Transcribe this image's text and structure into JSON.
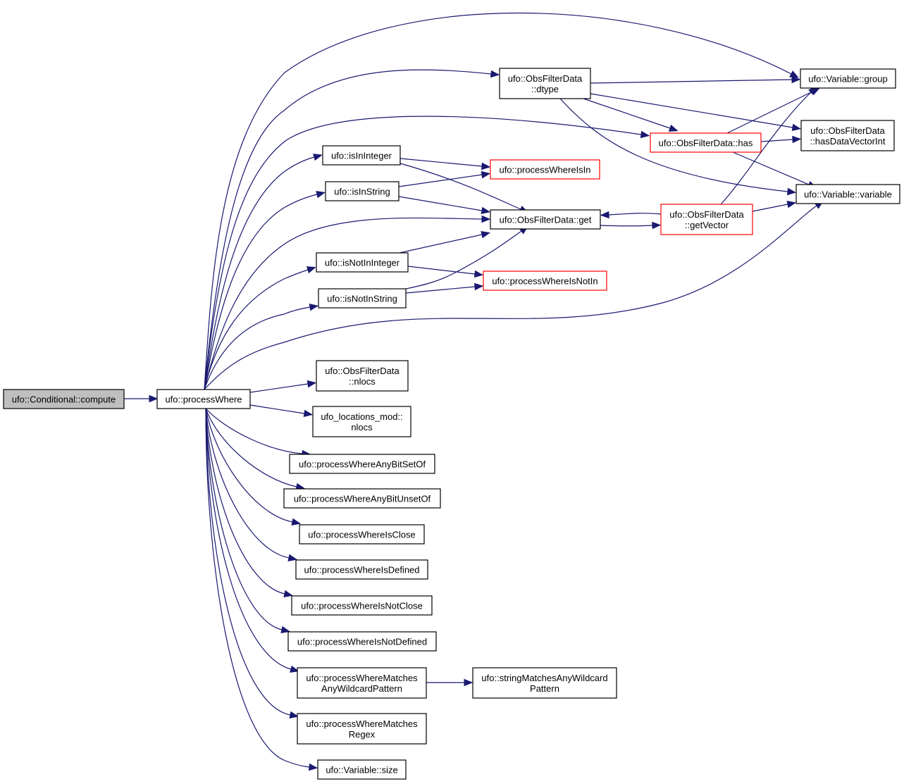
{
  "diagram": {
    "nodes": [
      {
        "id": "compute",
        "lines": [
          "ufo::Conditional::compute"
        ],
        "style": "highlighted"
      },
      {
        "id": "processWhere",
        "lines": [
          "ufo::processWhere"
        ],
        "style": "normal"
      },
      {
        "id": "dtype",
        "lines": [
          "ufo::ObsFilterData",
          "::dtype"
        ],
        "style": "normal"
      },
      {
        "id": "group",
        "lines": [
          "ufo::Variable::group"
        ],
        "style": "normal"
      },
      {
        "id": "has",
        "lines": [
          "ufo::ObsFilterData::has"
        ],
        "style": "truncated"
      },
      {
        "id": "hasDataVectorInt",
        "lines": [
          "ufo::ObsFilterData",
          "::hasDataVectorInt"
        ],
        "style": "normal"
      },
      {
        "id": "isInInteger",
        "lines": [
          "ufo::isInInteger"
        ],
        "style": "normal"
      },
      {
        "id": "processWhereIsIn",
        "lines": [
          "ufo::processWhereIsIn"
        ],
        "style": "truncated"
      },
      {
        "id": "isInString",
        "lines": [
          "ufo::isInString"
        ],
        "style": "normal"
      },
      {
        "id": "variable",
        "lines": [
          "ufo::Variable::variable"
        ],
        "style": "normal"
      },
      {
        "id": "get",
        "lines": [
          "ufo::ObsFilterData::get"
        ],
        "style": "normal"
      },
      {
        "id": "getVector",
        "lines": [
          "ufo::ObsFilterData",
          "::getVector"
        ],
        "style": "truncated"
      },
      {
        "id": "isNotInInteger",
        "lines": [
          "ufo::isNotInInteger"
        ],
        "style": "normal"
      },
      {
        "id": "processWhereIsNotIn",
        "lines": [
          "ufo::processWhereIsNotIn"
        ],
        "style": "truncated"
      },
      {
        "id": "isNotInString",
        "lines": [
          "ufo::isNotInString"
        ],
        "style": "normal"
      },
      {
        "id": "nlocs_ofd",
        "lines": [
          "ufo::ObsFilterData",
          "::nlocs"
        ],
        "style": "normal"
      },
      {
        "id": "nlocs_mod",
        "lines": [
          "ufo_locations_mod::",
          "nlocs"
        ],
        "style": "normal"
      },
      {
        "id": "anyBitSetOf",
        "lines": [
          "ufo::processWhereAnyBitSetOf"
        ],
        "style": "normal"
      },
      {
        "id": "anyBitUnsetOf",
        "lines": [
          "ufo::processWhereAnyBitUnsetOf"
        ],
        "style": "normal"
      },
      {
        "id": "isClose",
        "lines": [
          "ufo::processWhereIsClose"
        ],
        "style": "normal"
      },
      {
        "id": "isDefined",
        "lines": [
          "ufo::processWhereIsDefined"
        ],
        "style": "normal"
      },
      {
        "id": "isNotClose",
        "lines": [
          "ufo::processWhereIsNotClose"
        ],
        "style": "normal"
      },
      {
        "id": "isNotDefined",
        "lines": [
          "ufo::processWhereIsNotDefined"
        ],
        "style": "normal"
      },
      {
        "id": "matchesAnyWildcard",
        "lines": [
          "ufo::processWhereMatches",
          "AnyWildcardPattern"
        ],
        "style": "normal"
      },
      {
        "id": "stringMatchesAnyWildcard",
        "lines": [
          "ufo::stringMatchesAnyWildcard",
          "Pattern"
        ],
        "style": "normal"
      },
      {
        "id": "matchesRegex",
        "lines": [
          "ufo::processWhereMatches",
          "Regex"
        ],
        "style": "normal"
      },
      {
        "id": "size",
        "lines": [
          "ufo::Variable::size"
        ],
        "style": "normal"
      }
    ],
    "edges": [
      [
        "compute",
        "processWhere"
      ],
      [
        "processWhere",
        "group"
      ],
      [
        "processWhere",
        "dtype"
      ],
      [
        "processWhere",
        "has"
      ],
      [
        "processWhere",
        "isInInteger"
      ],
      [
        "processWhere",
        "isInString"
      ],
      [
        "processWhere",
        "get"
      ],
      [
        "processWhere",
        "isNotInInteger"
      ],
      [
        "processWhere",
        "isNotInString"
      ],
      [
        "processWhere",
        "variable"
      ],
      [
        "processWhere",
        "nlocs_ofd"
      ],
      [
        "processWhere",
        "nlocs_mod"
      ],
      [
        "processWhere",
        "anyBitSetOf"
      ],
      [
        "processWhere",
        "anyBitUnsetOf"
      ],
      [
        "processWhere",
        "isClose"
      ],
      [
        "processWhere",
        "isDefined"
      ],
      [
        "processWhere",
        "isNotClose"
      ],
      [
        "processWhere",
        "isNotDefined"
      ],
      [
        "processWhere",
        "matchesAnyWildcard"
      ],
      [
        "processWhere",
        "matchesRegex"
      ],
      [
        "processWhere",
        "size"
      ],
      [
        "dtype",
        "group"
      ],
      [
        "dtype",
        "has"
      ],
      [
        "dtype",
        "hasDataVectorInt"
      ],
      [
        "dtype",
        "variable"
      ],
      [
        "has",
        "group"
      ],
      [
        "has",
        "hasDataVectorInt"
      ],
      [
        "has",
        "variable"
      ],
      [
        "isInInteger",
        "processWhereIsIn"
      ],
      [
        "isInInteger",
        "get"
      ],
      [
        "isInString",
        "processWhereIsIn"
      ],
      [
        "isInString",
        "get"
      ],
      [
        "isNotInInteger",
        "get"
      ],
      [
        "isNotInInteger",
        "processWhereIsNotIn"
      ],
      [
        "isNotInString",
        "get"
      ],
      [
        "isNotInString",
        "processWhereIsNotIn"
      ],
      [
        "get",
        "getVector"
      ],
      [
        "getVector",
        "get"
      ],
      [
        "getVector",
        "group"
      ],
      [
        "getVector",
        "variable"
      ],
      [
        "matchesAnyWildcard",
        "stringMatchesAnyWildcard"
      ]
    ],
    "colors": {
      "edge": "#191970",
      "normal_border": "#000000",
      "truncated_border": "#ff0000",
      "highlighted_fill": "#bfbfbf",
      "node_fill": "#ffffff"
    }
  }
}
